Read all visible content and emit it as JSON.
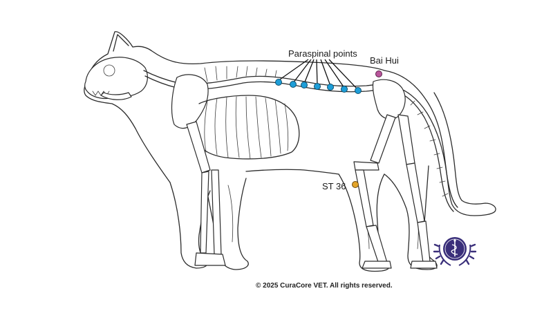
{
  "labels": {
    "paraspinal": "Paraspinal points",
    "bai_hui": "Bai Hui",
    "st36": "ST 36"
  },
  "copyright": "© 2025 CuraCore VET.  All rights reserved.",
  "colors": {
    "paraspinal_point": "#1e9ed8",
    "bai_hui_point": "#b9559b",
    "st36_point": "#e2a42a",
    "logo": "#3a2f7a"
  },
  "icons": {
    "logo": "caduceus-seal-icon"
  }
}
